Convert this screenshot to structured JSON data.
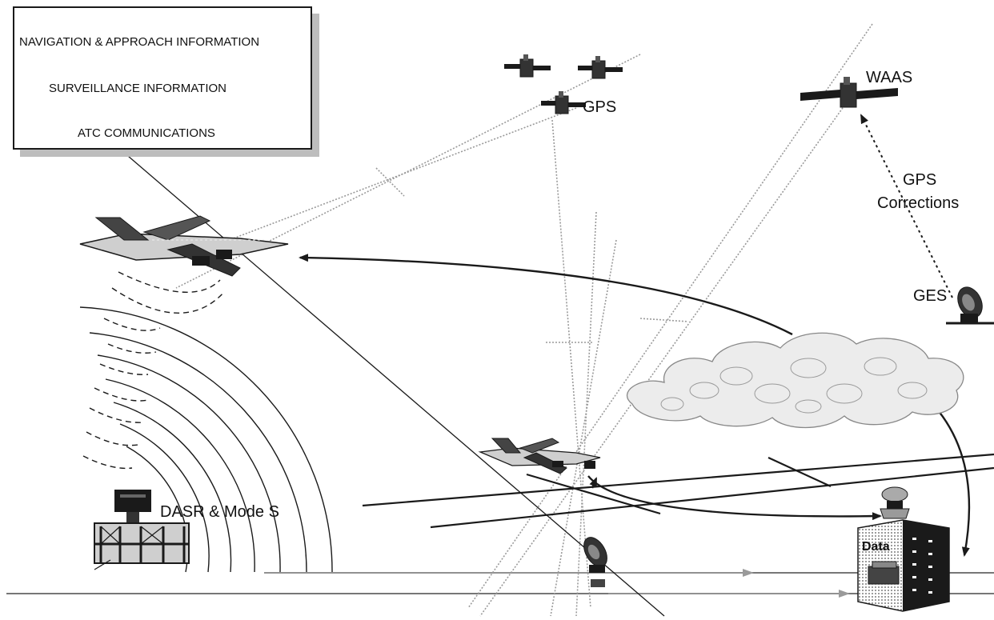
{
  "legend": {
    "nav": "NAVIGATION & APPROACH INFORMATION",
    "surv": "SURVEILLANCE INFORMATION",
    "atc": "ATC COMMUNICATIONS"
  },
  "labels": {
    "gps": "GPS",
    "waas": "WAAS",
    "gps_corrections_line1": "GPS",
    "gps_corrections_line2": "Corrections",
    "ges": "GES",
    "dasr": "DASR & Mode S",
    "data": "Data"
  },
  "icons": {
    "satellite": "satellite-icon",
    "aircraft": "aircraft-icon",
    "radar": "radar-tower-icon",
    "dish": "satellite-dish-icon",
    "cloud": "cloud-icon",
    "server": "data-server-icon"
  },
  "colors": {
    "line": "#1a1a1a",
    "nav_line": "#9a9a9a",
    "shadow": "#bdbdbd",
    "cloud_fill": "#e6e6e6",
    "server_fill": "#cfcfcf"
  }
}
